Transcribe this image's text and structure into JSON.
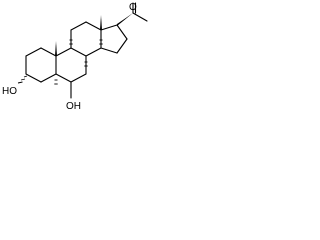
{
  "molecule": {
    "atom_labels": {
      "ketone_oxygen": "O",
      "hydroxyl_3": "HO",
      "hydroxyl_6": "OH"
    },
    "stereo_hydrogen_labels": [
      "H",
      "H",
      "H",
      "H"
    ]
  }
}
